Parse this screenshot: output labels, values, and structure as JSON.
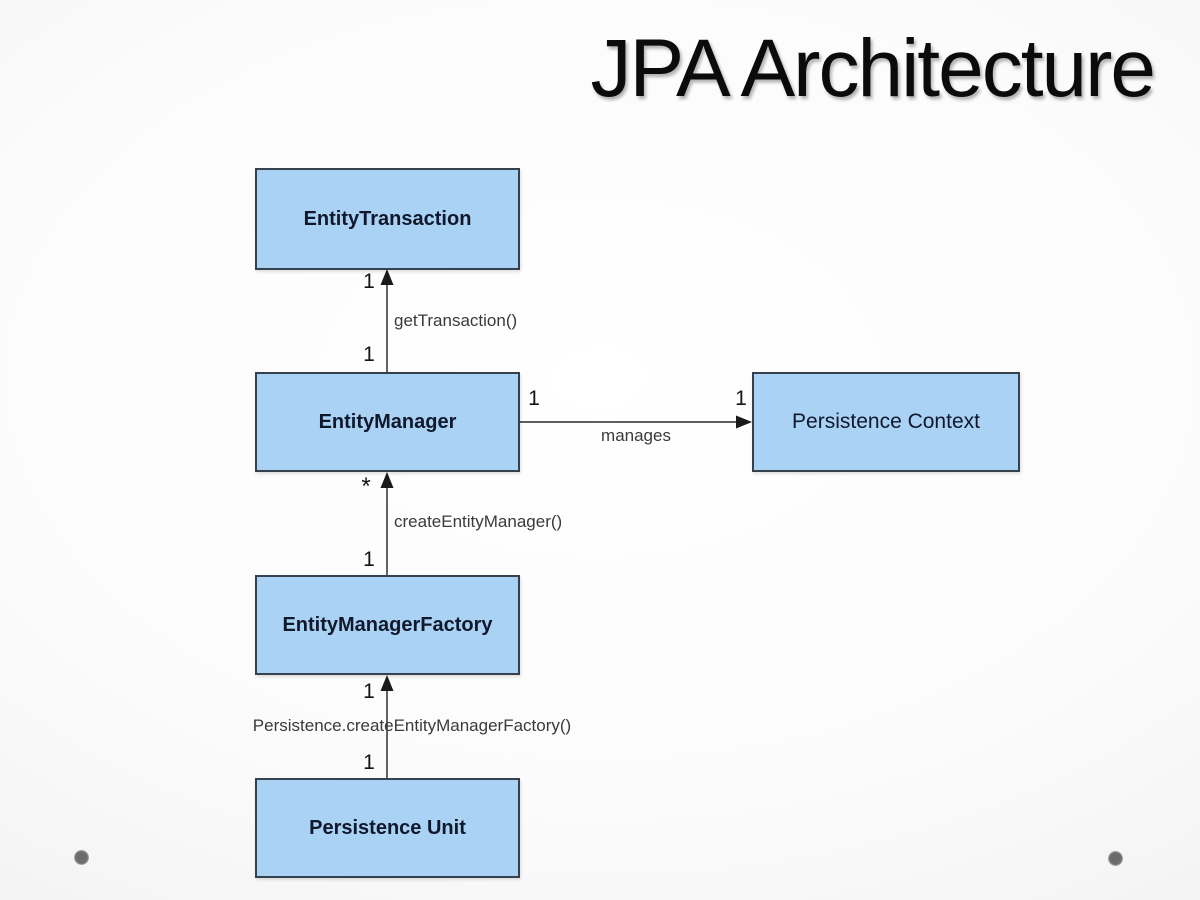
{
  "slide": {
    "title": "JPA Architecture"
  },
  "diagram": {
    "boxes": [
      {
        "id": "entity-transaction",
        "label": "EntityTransaction"
      },
      {
        "id": "entity-manager",
        "label": "EntityManager"
      },
      {
        "id": "persistence-context",
        "label": "Persistence Context"
      },
      {
        "id": "entity-manager-factory",
        "label": "EntityManagerFactory"
      },
      {
        "id": "persistence-unit",
        "label": "Persistence Unit"
      }
    ],
    "edges": [
      {
        "from": "EntityManager",
        "to": "EntityTransaction",
        "label": "getTransaction()",
        "multiplicity_at_source": "1",
        "multiplicity_at_target": "1",
        "direction": "up"
      },
      {
        "from": "EntityManager",
        "to": "Persistence Context",
        "label": "manages",
        "multiplicity_at_source": "1",
        "multiplicity_at_target": "1",
        "direction": "right"
      },
      {
        "from": "EntityManagerFactory",
        "to": "EntityManager",
        "label": "createEntityManager()",
        "multiplicity_at_source": "1",
        "multiplicity_at_target": "*",
        "direction": "up"
      },
      {
        "from": "Persistence Unit",
        "to": "EntityManagerFactory",
        "label": "Persistence.createEntityManagerFactory()",
        "multiplicity_at_source": "1",
        "multiplicity_at_target": "1",
        "direction": "up"
      }
    ]
  },
  "colors": {
    "box_fill": "#a9d2f5",
    "box_border": "#35414d",
    "box_text": "#10182b",
    "arrow_line": "#474747",
    "arrowhead": "#1a1a1a",
    "edge_label_text": "#3a3a3a",
    "title_text": "#0b0b0b",
    "background_edge": "#dfdfdf",
    "background_center": "#ffffff",
    "slide_dot": "#6e6e6e"
  }
}
